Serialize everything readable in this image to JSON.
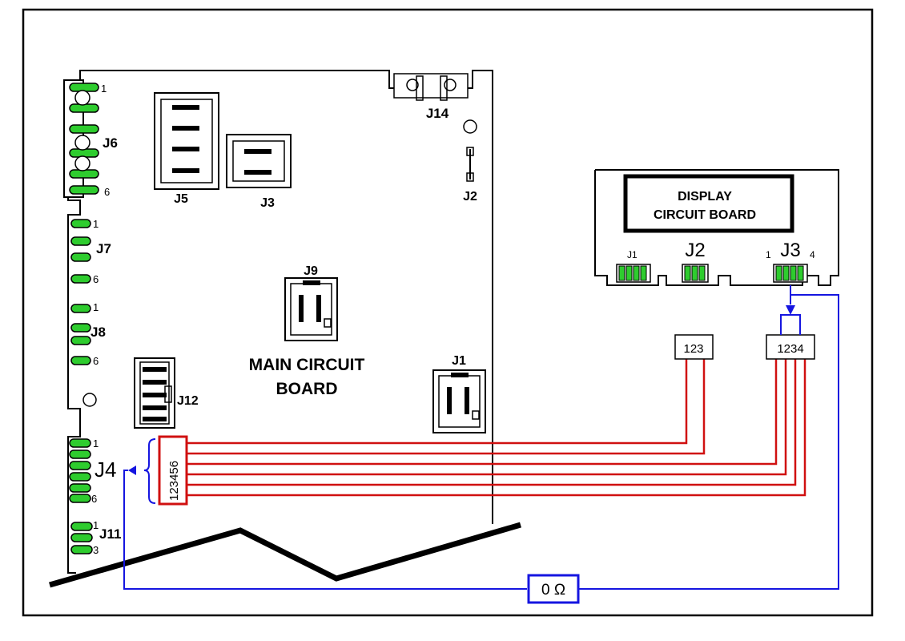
{
  "main_board": {
    "title_line1": "MAIN CIRCUIT",
    "title_line2": "BOARD",
    "connectors": {
      "j1": "J1",
      "j2": "J2",
      "j3": "J3",
      "j4": "J4",
      "j5": "J5",
      "j6": "J6",
      "j7": "J7",
      "j8": "J8",
      "j9": "J9",
      "j11": "J11",
      "j12": "J12",
      "j14": "J14"
    },
    "pin_labels": {
      "j6_first": "1",
      "j6_last": "6",
      "j7_first": "1",
      "j7_last": "6",
      "j8_first": "1",
      "j8_last": "6",
      "j4_first": "1",
      "j4_last": "6",
      "j11_first": "1",
      "j11_last": "3"
    },
    "j4_plug_pins": "123456"
  },
  "display_board": {
    "title_line1": "DISPLAY",
    "title_line2": "CIRCUIT BOARD",
    "connectors": {
      "j1": "J1",
      "j2": "J2",
      "j3": "J3"
    },
    "j3_first": "1",
    "j3_last": "4"
  },
  "plugs": {
    "j2_plug": "123",
    "j3_plug": "1234"
  },
  "resistor_label": "0 Ω",
  "colors": {
    "pad_green": "#2ecc2e",
    "wire_red": "#d01010",
    "wire_blue": "#1515e0",
    "outline": "#000000"
  }
}
